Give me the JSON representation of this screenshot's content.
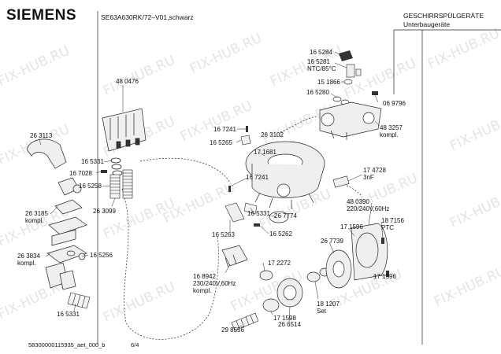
{
  "header": {
    "brand": "SIEMENS",
    "model": "SE63A630RK/72–V01,schwarz",
    "category_line1": "GESCHIRRSPÜLGERÄTE",
    "category_line2": "Unterbaugeräte"
  },
  "footer": {
    "doc_id": "58300000115935_aet_000_b",
    "page": "6/4"
  },
  "watermark": "FIX-HUB.RU",
  "parts": {
    "p480476": "48 0476",
    "p263113": "26 3113",
    "p165331a": "16 5331",
    "p167028": "16 7028",
    "p165258": "16 5258",
    "p263099": "26 3099",
    "p263185": "26 3185\nkompl.",
    "p263834": "26 3834\nkompl.",
    "p165256": "16 5256",
    "p165331b": "16 5331",
    "p167241a": "16 7241",
    "p165265": "16 5265",
    "p263102": "26 3102",
    "p171681": "17 1681",
    "p167241b": "16 7241",
    "p165331c": "16 5331",
    "p165263": "16 5263",
    "p165262": "16 5262",
    "p267774": "26 7774",
    "p168942": "16 8942\n230/240V,60Hz\nkompl.",
    "p172272": "17 2272",
    "p171598": "17 1598",
    "p298556": "29 8556",
    "p266514": "26 6514",
    "p181207": "18 1207\nSet",
    "p267739": "26 7739",
    "p171596a": "17 1596",
    "p171596b": "17 1596",
    "p480390": "48 0390\n220/240V,60Hz",
    "p187156": "18 7156\nPTC",
    "p174728": "17 4728\n3nF",
    "p165284": "16 5284",
    "p165281": "16 5281\nNTC/85°C",
    "p151866": "15 1866",
    "p165280": "16 5280",
    "p069796": "06 9796",
    "p483257": "48 3257\nkompl."
  },
  "colors": {
    "line": "#222222",
    "part_fill": "#efefef",
    "part_dark": "#333333",
    "watermark": "#cdcdcd"
  }
}
